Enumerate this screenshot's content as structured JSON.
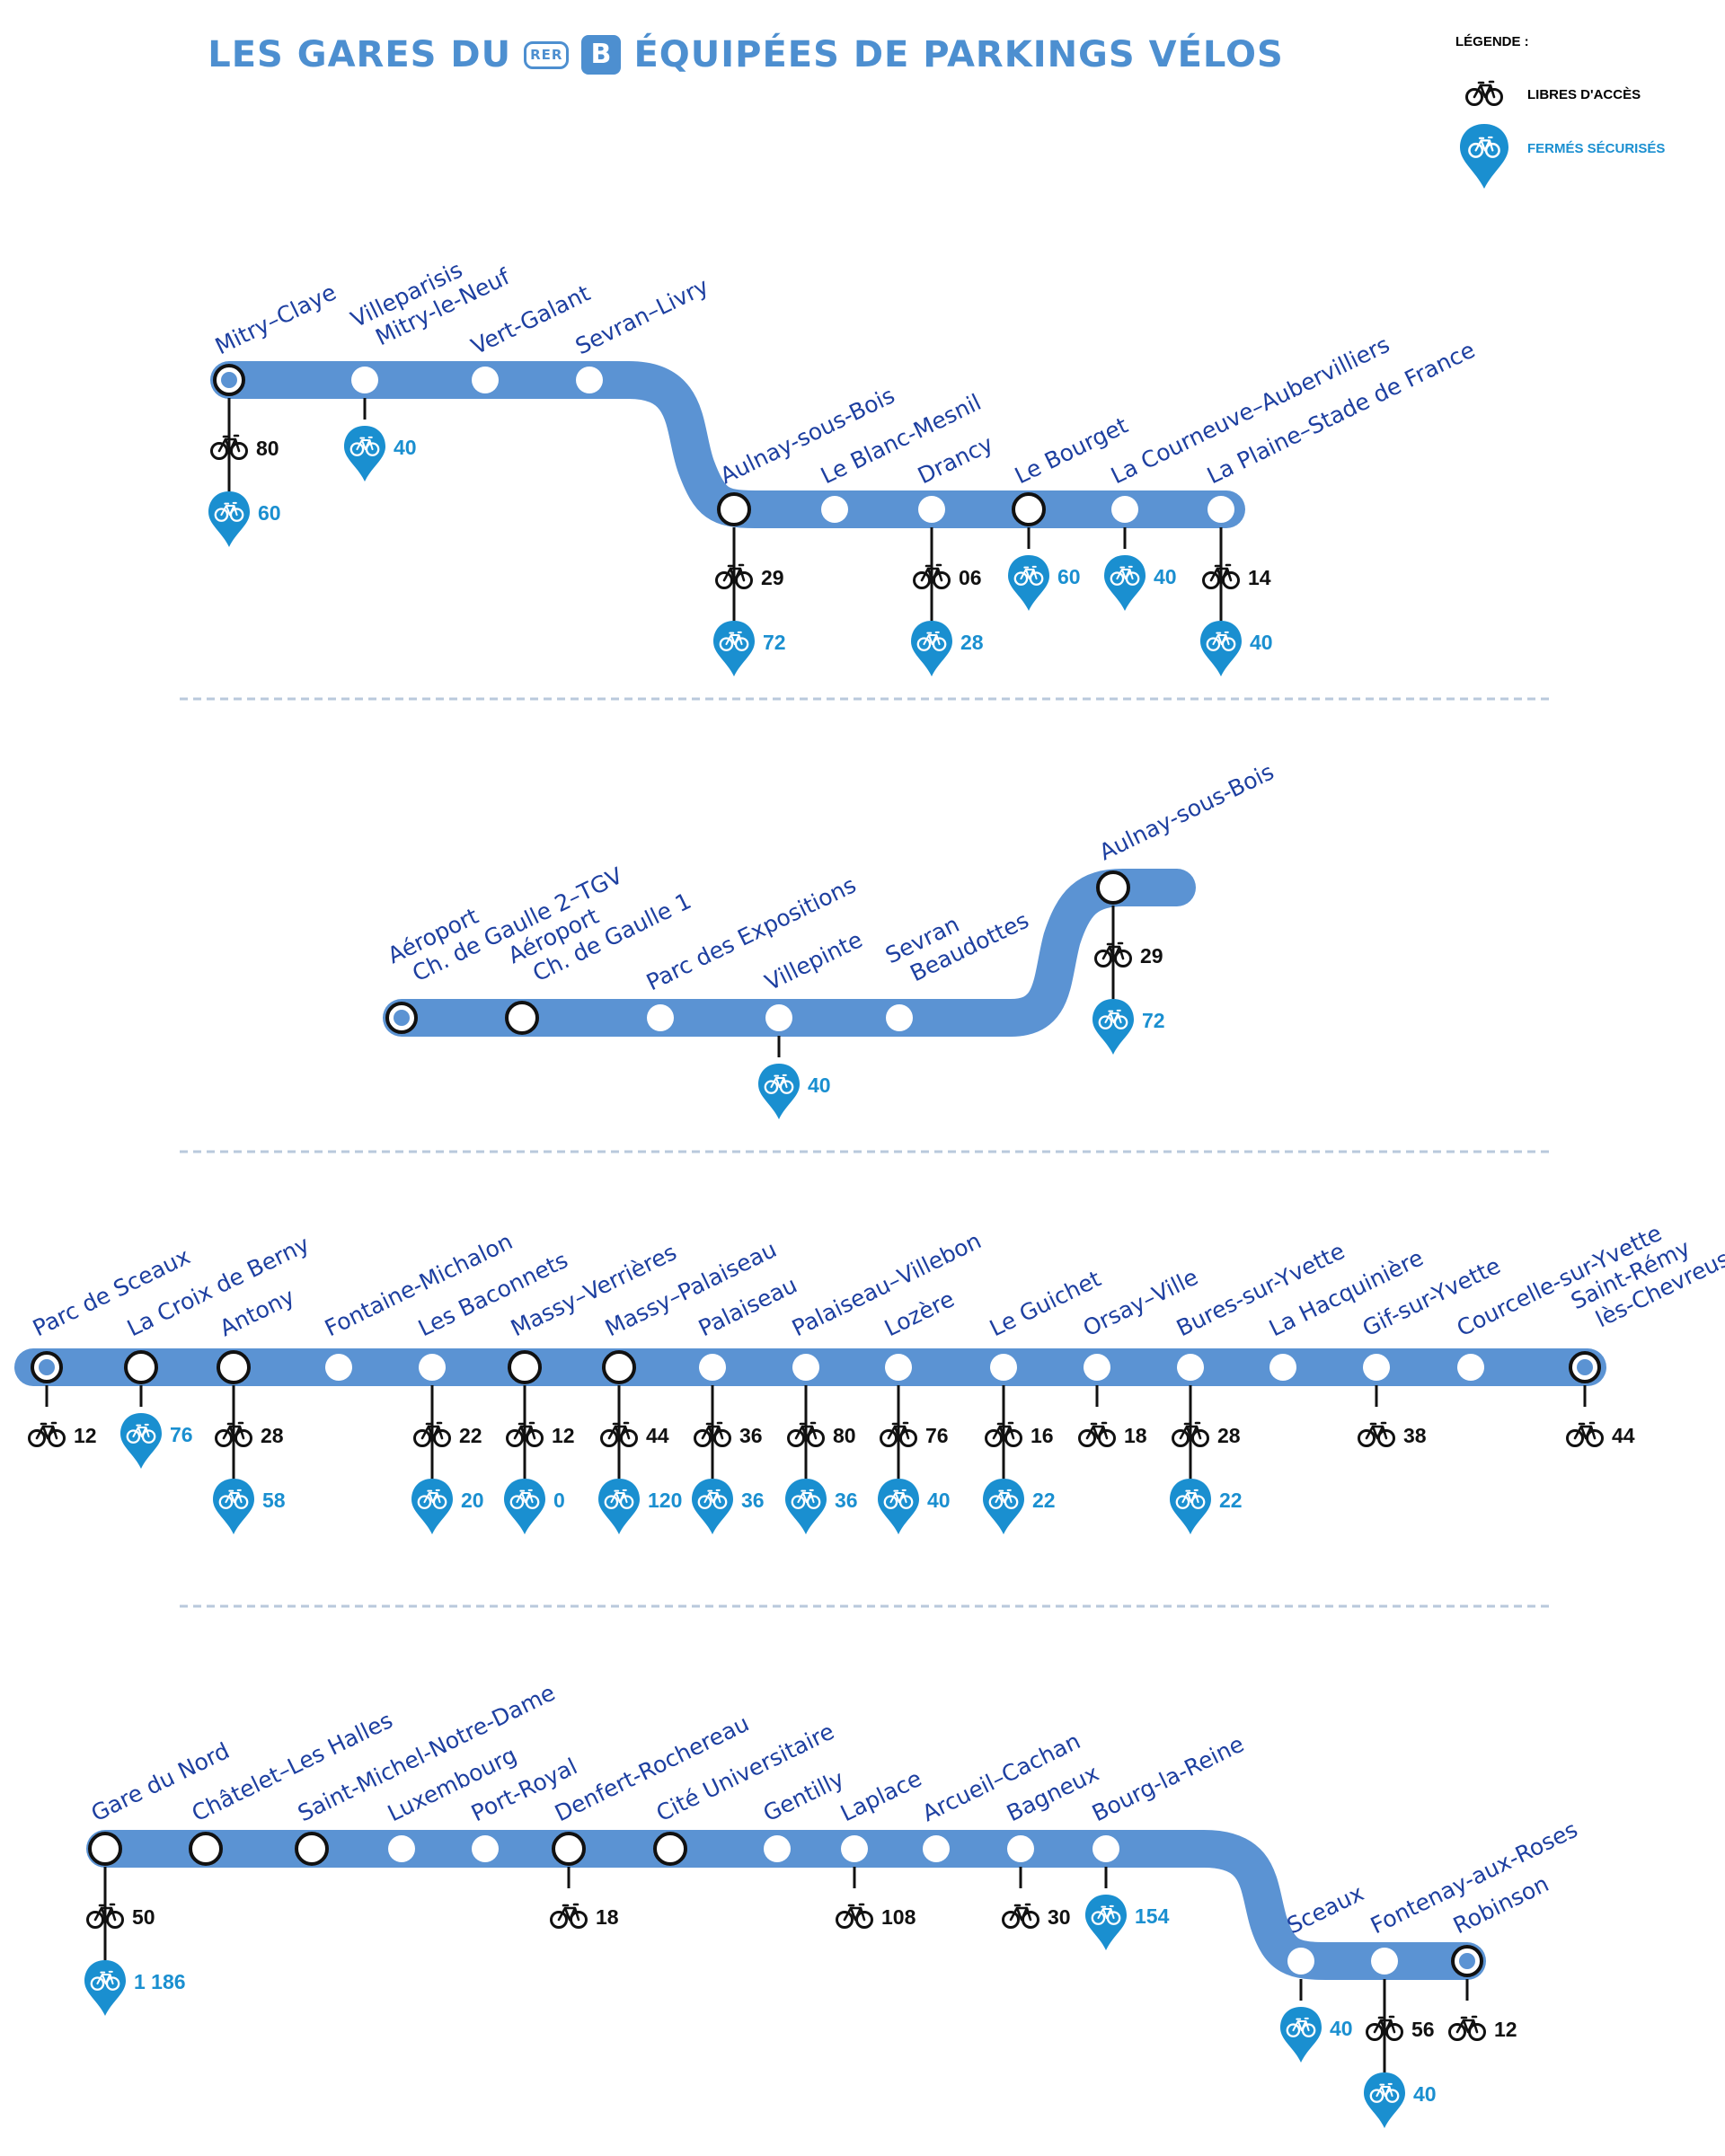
{
  "header": {
    "title_pre": "LES GARES DU",
    "rer_badge": "RER",
    "line_badge": "B",
    "title_post": "ÉQUIPÉES DE PARKINGS VÉLOS"
  },
  "legend": {
    "title": "LÉGENDE :",
    "libres": "LIBRES D'ACCÈS",
    "fermes": "FERMÉS SÉCURISÉS"
  },
  "colors": {
    "line": "#5b93d3",
    "text_station": "#1d3fa0",
    "secure": "#1a8fd0",
    "open": "#111111",
    "divider": "#b9c9dc"
  },
  "sections": [
    {
      "stations": [
        {
          "name": "Mitry–Claye",
          "type": "terminus",
          "open": "80",
          "secure": "60"
        },
        {
          "name": "Villeparisis\nMitry-le-Neuf",
          "type": "plain",
          "secure": "40"
        },
        {
          "name": "Vert-Galant",
          "type": "plain"
        },
        {
          "name": "Sevran–Livry",
          "type": "plain"
        },
        {
          "name": "Aulnay-sous-Bois",
          "type": "major",
          "open": "29",
          "secure": "72"
        },
        {
          "name": "Le Blanc-Mesnil",
          "type": "plain"
        },
        {
          "name": "Drancy",
          "type": "plain",
          "open": "06",
          "secure": "28"
        },
        {
          "name": "Le Bourget",
          "type": "major",
          "secure": "60"
        },
        {
          "name": "La Courneuve–Aubervilliers",
          "type": "plain",
          "secure": "40"
        },
        {
          "name": "La Plaine–Stade de France",
          "type": "plain",
          "open": "14",
          "secure": "40"
        }
      ]
    },
    {
      "stations": [
        {
          "name": "Aéroport\nCh. de Gaulle 2–TGV",
          "type": "terminus"
        },
        {
          "name": "Aéroport\nCh. de Gaulle 1",
          "type": "major"
        },
        {
          "name": "Parc des Expositions",
          "type": "plain"
        },
        {
          "name": "Villepinte",
          "type": "plain",
          "secure": "40"
        },
        {
          "name": "Sevran\nBeaudottes",
          "type": "plain"
        },
        {
          "name": "Aulnay-sous-Bois",
          "type": "major",
          "open": "29",
          "secure": "72"
        }
      ]
    },
    {
      "stations": [
        {
          "name": "Parc de Sceaux",
          "type": "terminus",
          "open": "12"
        },
        {
          "name": "La Croix de Berny",
          "type": "major",
          "secure": "76"
        },
        {
          "name": "Antony",
          "type": "major",
          "open": "28",
          "secure": "58"
        },
        {
          "name": "Fontaine-Michalon",
          "type": "plain"
        },
        {
          "name": "Les Baconnets",
          "type": "plain",
          "open": "22",
          "secure": "20"
        },
        {
          "name": "Massy–Verrières",
          "type": "major",
          "open": "12",
          "secure": "0"
        },
        {
          "name": "Massy–Palaiseau",
          "type": "major",
          "open": "44",
          "secure": "120"
        },
        {
          "name": "Palaiseau",
          "type": "plain",
          "open": "36",
          "secure": "36"
        },
        {
          "name": "Palaiseau–Villebon",
          "type": "plain",
          "open": "80",
          "secure": "36"
        },
        {
          "name": "Lozère",
          "type": "plain",
          "open": "76",
          "secure": "40"
        },
        {
          "name": "Le Guichet",
          "type": "plain",
          "open": "16",
          "secure": "22"
        },
        {
          "name": "Orsay–Ville",
          "type": "plain",
          "open": "18"
        },
        {
          "name": "Bures-sur-Yvette",
          "type": "plain",
          "open": "28",
          "secure": "22"
        },
        {
          "name": "La Hacquinière",
          "type": "plain"
        },
        {
          "name": "Gif-sur-Yvette",
          "type": "plain",
          "open": "38"
        },
        {
          "name": "Courcelle-sur-Yvette",
          "type": "plain"
        },
        {
          "name": "Saint-Rémy\nlès-Chevreuse",
          "type": "terminus",
          "open": "44"
        }
      ]
    },
    {
      "stations": [
        {
          "name": "Gare du Nord",
          "type": "major",
          "open": "50",
          "secure": "1 186"
        },
        {
          "name": "Châtelet–Les Halles",
          "type": "major"
        },
        {
          "name": "Saint-Michel-Notre-Dame",
          "type": "major"
        },
        {
          "name": "Luxembourg",
          "type": "plain"
        },
        {
          "name": "Port-Royal",
          "type": "plain"
        },
        {
          "name": "Denfert-Rochereau",
          "type": "major",
          "open": "18"
        },
        {
          "name": "Cité Universitaire",
          "type": "major"
        },
        {
          "name": "Gentilly",
          "type": "plain"
        },
        {
          "name": "Laplace",
          "type": "plain",
          "open": "108"
        },
        {
          "name": "Arcueil–Cachan",
          "type": "plain"
        },
        {
          "name": "Bagneux",
          "type": "plain",
          "open": "30"
        },
        {
          "name": "Bourg-la-Reine",
          "type": "plain",
          "secure": "154"
        },
        {
          "name": "Sceaux",
          "type": "plain",
          "secure": "40"
        },
        {
          "name": "Fontenay-aux-Roses",
          "type": "plain",
          "open": "56",
          "secure": "40"
        },
        {
          "name": "Robinson",
          "type": "terminus",
          "open": "12"
        }
      ]
    }
  ]
}
